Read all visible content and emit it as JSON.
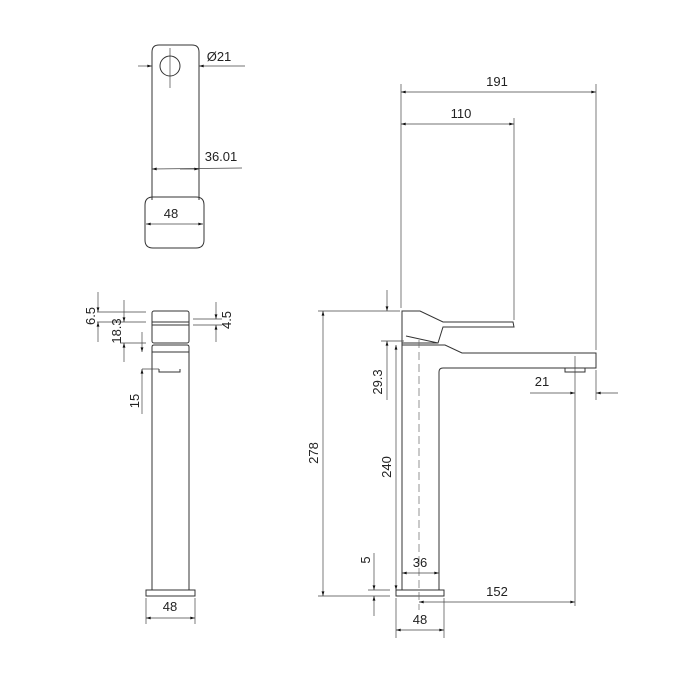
{
  "top_view": {
    "diameter": "Ø21",
    "width_inner": "36.01",
    "base_width": "48"
  },
  "front_view": {
    "d1": "6.5",
    "d2": "18.3",
    "d3": "15",
    "d4": "4.5",
    "base_width": "48"
  },
  "side_view": {
    "reach_total": "191",
    "handle_reach": "110",
    "height_total": "278",
    "handle_height": "29.3",
    "spout_height": "240",
    "base_thickness": "5",
    "body_width": "36",
    "spout_reach": "152",
    "base_width": "48",
    "aerator_offset": "21"
  }
}
